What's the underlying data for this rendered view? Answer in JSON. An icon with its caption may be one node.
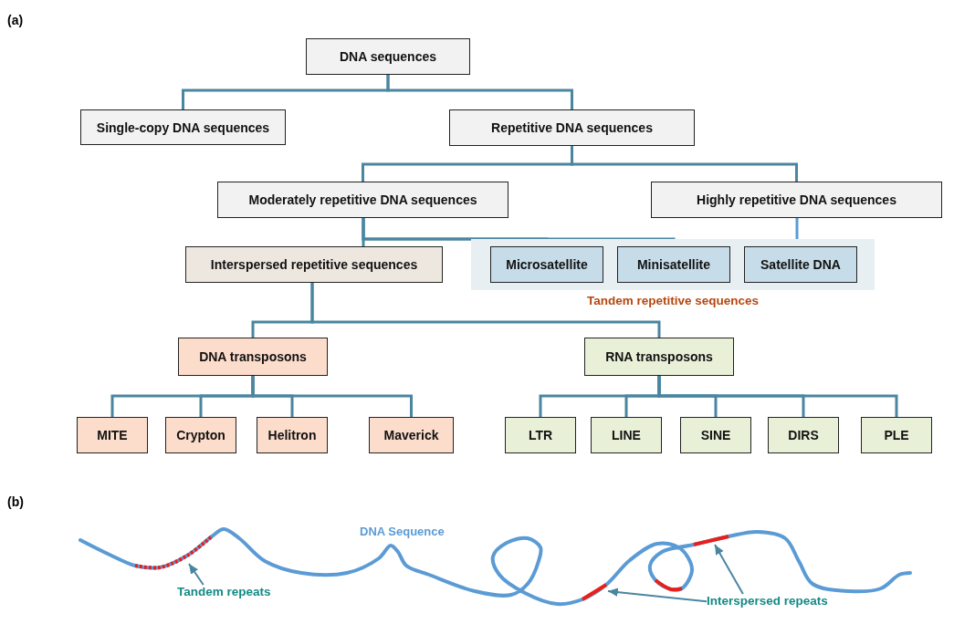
{
  "diagram": {
    "nodes": [
      {
        "text": [
          "DNA sequences"
        ]
      },
      {
        "text": [
          "Single-copy DNA sequences"
        ]
      },
      {
        "text": [
          "Repetitive DNA sequences"
        ]
      },
      {
        "text": [
          "Moderately repetitive DNA sequences"
        ]
      },
      {
        "text": [
          "Highly repetitive DNA sequences"
        ]
      },
      {
        "text": [
          "Interspersed repetitive sequences"
        ]
      },
      {
        "text": [
          "Tandem repetitive sequences"
        ]
      },
      {
        "text": [
          "Microsatellite"
        ],
        "in": 6
      },
      {
        "text": [
          "Minisatellite"
        ],
        "in": 6
      },
      {
        "text": [
          "Satellite DNA"
        ],
        "in": 6
      },
      {
        "text": [
          "DNA transposons"
        ]
      },
      {
        "text": [
          "RNA transposons"
        ]
      },
      {
        "text": [
          "MITE"
        ]
      },
      {
        "text": [
          "Crypton"
        ]
      },
      {
        "text": [
          "Helitron"
        ]
      },
      {
        "text": [
          "Maverick"
        ]
      },
      {
        "text": [
          "LTR"
        ]
      },
      {
        "text": [
          "LINE"
        ]
      },
      {
        "text": [
          "SINE"
        ]
      },
      {
        "text": [
          "DIRS"
        ]
      },
      {
        "text": [
          "PLE"
        ]
      },
      {
        "text": [
          "Tandem repeats"
        ]
      },
      {
        "text": [
          "Interspersed repeats"
        ]
      }
    ],
    "edges": [
      {
        "from": 0,
        "to": 1,
        "arrow": "none"
      },
      {
        "from": 0,
        "to": 2,
        "arrow": "none"
      },
      {
        "from": 2,
        "to": 3,
        "arrow": "none"
      },
      {
        "from": 2,
        "to": 4,
        "arrow": "none"
      },
      {
        "from": 3,
        "to": 5,
        "arrow": "none"
      },
      {
        "from": 3,
        "to": 7,
        "arrow": "none"
      },
      {
        "from": 3,
        "to": 8,
        "arrow": "none"
      },
      {
        "from": 4,
        "to": 9,
        "arrow": "none",
        "color": "#5b9bd5"
      },
      {
        "from": 5,
        "to": 10,
        "arrow": "none"
      },
      {
        "from": 5,
        "to": 11,
        "arrow": "none"
      },
      {
        "from": 10,
        "to": 12,
        "arrow": "none"
      },
      {
        "from": 10,
        "to": 13,
        "arrow": "none"
      },
      {
        "from": 10,
        "to": 14,
        "arrow": "none"
      },
      {
        "from": 10,
        "to": 15,
        "arrow": "none"
      },
      {
        "from": 11,
        "to": 16,
        "arrow": "none"
      },
      {
        "from": 11,
        "to": 17,
        "arrow": "none"
      },
      {
        "from": 11,
        "to": 18,
        "arrow": "none"
      },
      {
        "from": 11,
        "to": 19,
        "arrow": "none"
      },
      {
        "from": 11,
        "to": 20,
        "arrow": "none"
      },
      {
        "from": 21,
        "to": null,
        "arrow": "to"
      },
      {
        "from": 22,
        "to": null,
        "arrow": "to"
      },
      {
        "from": 22,
        "to": null,
        "arrow": "to"
      }
    ],
    "labels": [
      "(a)",
      "(b)",
      "DNA Sequence"
    ]
  }
}
